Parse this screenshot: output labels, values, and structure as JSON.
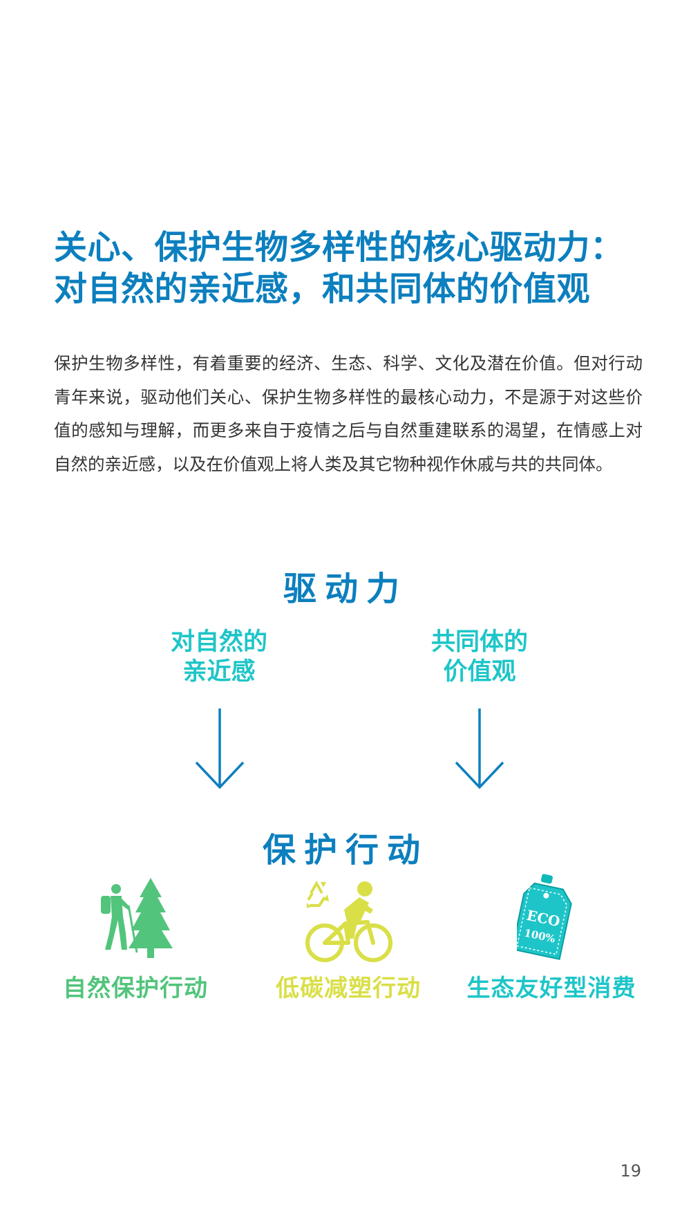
{
  "heading": {
    "line1": "关心、保护生物多样性的核心驱动力：",
    "line2": "对自然的亲近感，和共同体的价值观"
  },
  "body": "保护生物多样性，有着重要的经济、生态、科学、文化及潜在价值。但对行动青年来说，驱动他们关心、保护生物多样性的最核心动力，不是源于对这些价值的感知与理解，而更多来自于疫情之后与自然重建联系的渴望，在情感上对自然的亲近感，以及在价值观上将人类及其它物种视作休戚与共的共同体。",
  "diagram": {
    "drivers_title": "驱动力",
    "driver_left": {
      "line1": "对自然的",
      "line2": "亲近感"
    },
    "driver_right": {
      "line1": "共同体的",
      "line2": "价值观"
    },
    "actions_title": "保护行动",
    "actions": [
      {
        "label": "自然保护行动",
        "icon": "hiker-tree-icon",
        "color": "#52c47c"
      },
      {
        "label": "低碳减塑行动",
        "icon": "cyclist-recycle-icon",
        "color": "#d9df47"
      },
      {
        "label": "生态友好型消费",
        "icon": "eco-tag-icon",
        "color": "#1ec5c8"
      }
    ],
    "eco_tag": {
      "line1": "ECO",
      "line2": "100%"
    }
  },
  "colors": {
    "heading": "#0c7fbe",
    "drivers": "#1ec5c8",
    "arrow": "#0c7fbe"
  },
  "page_number": "19"
}
